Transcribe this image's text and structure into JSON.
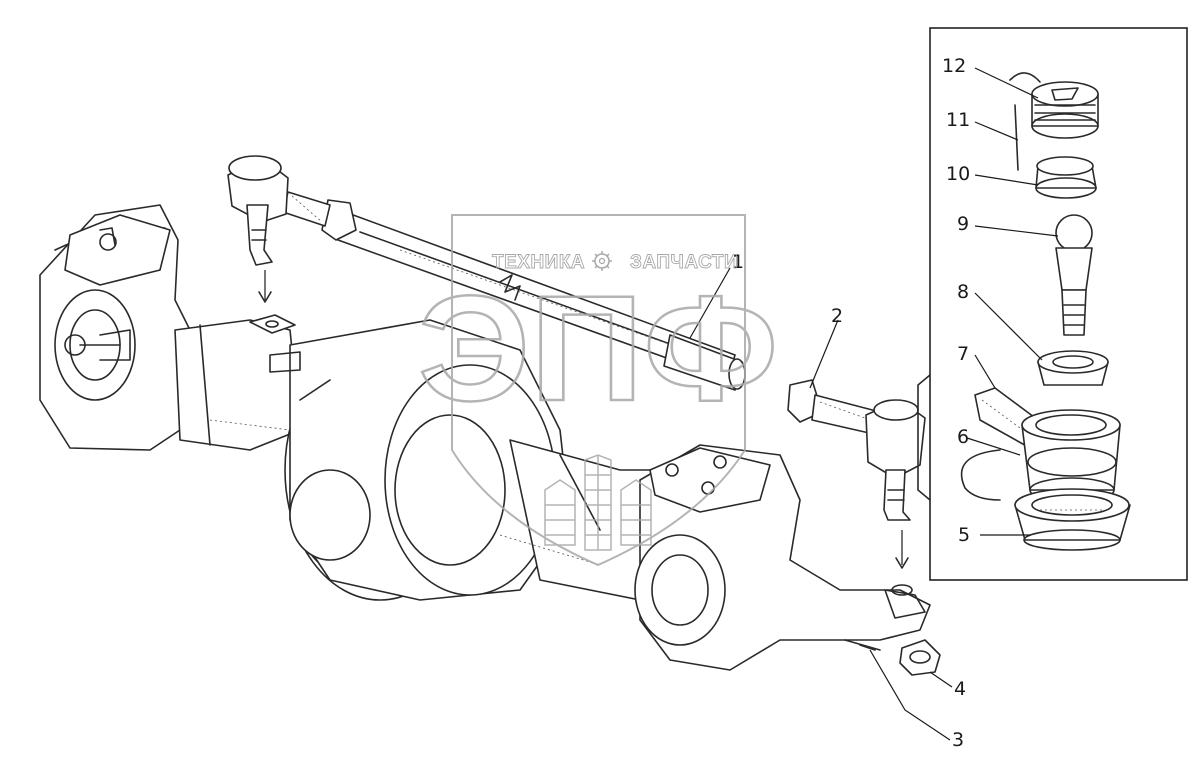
{
  "watermark": {
    "top_text_left": "ТЕХНИКА",
    "top_text_right": "ЗАПЧАСТИ",
    "logo_letters": "ЭПФ"
  },
  "callouts": [
    {
      "id": "1",
      "label": "1"
    },
    {
      "id": "2",
      "label": "2"
    },
    {
      "id": "3",
      "label": "3"
    },
    {
      "id": "4",
      "label": "4"
    },
    {
      "id": "5",
      "label": "5"
    },
    {
      "id": "6",
      "label": "6"
    },
    {
      "id": "7",
      "label": "7"
    },
    {
      "id": "8",
      "label": "8"
    },
    {
      "id": "9",
      "label": "9"
    },
    {
      "id": "10",
      "label": "10"
    },
    {
      "id": "11",
      "label": "11"
    },
    {
      "id": "12",
      "label": "12"
    }
  ],
  "colors": {
    "line": "#2a2a2a",
    "watermark": "#a8a8a8",
    "background": "#ffffff"
  }
}
